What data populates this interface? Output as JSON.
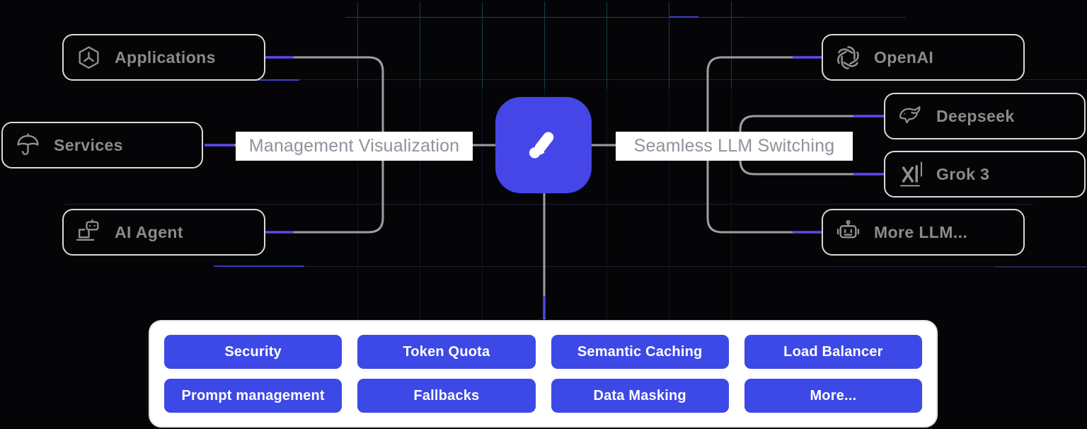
{
  "nodes": {
    "left": [
      {
        "label": "Applications",
        "icon": "hexagon-node-icon"
      },
      {
        "label": "Services",
        "icon": "umbrella-icon"
      },
      {
        "label": "AI Agent",
        "icon": "laptop-robot-icon"
      }
    ],
    "right": [
      {
        "label": "OpenAI",
        "icon": "openai-icon"
      },
      {
        "label": "Deepseek",
        "icon": "deepseek-whale-icon"
      },
      {
        "label": "Grok 3",
        "icon": "xai-grok-icon"
      },
      {
        "label": "More LLM...",
        "icon": "robot-icon"
      }
    ]
  },
  "links": {
    "left_label": "Management Visualization",
    "right_label": "Seamless LLM Switching"
  },
  "features": {
    "buttons": [
      "Security",
      "Token Quota",
      "Semantic Caching",
      "Load Balancer",
      "Prompt management",
      "Fallbacks",
      "Data Masking",
      "More..."
    ]
  },
  "colors": {
    "logo_blue": "#4645e8",
    "button_blue": "#3d49e6",
    "connector_gray": "#9e9ea2",
    "connector_purple": "#5b4af0",
    "node_border": "#d9d9d9",
    "node_text": "#8b8b8b",
    "link_label_text": "#8f929c",
    "panel_bg": "#ffffff",
    "grid_teal": "#123e46",
    "grid_navy": "#1c1c34"
  }
}
